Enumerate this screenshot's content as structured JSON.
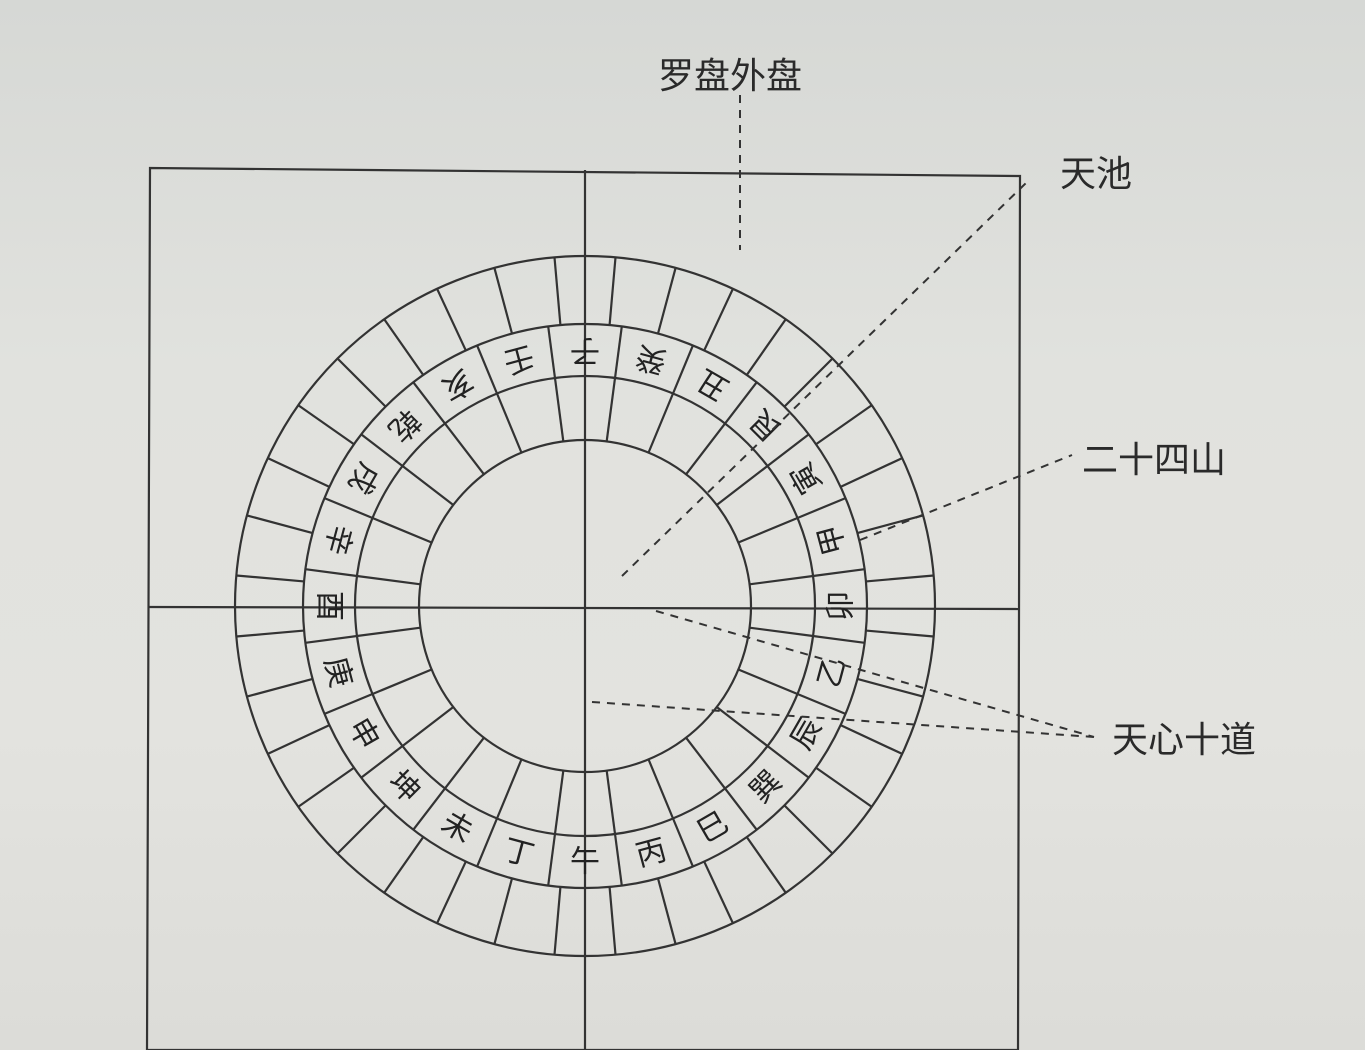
{
  "labels": {
    "outer_plate": "罗盘外盘",
    "heaven_pool": "天池",
    "twenty_four_mountains": "二十四山",
    "heaven_heart_cross": "天心十道"
  },
  "mountains": [
    "子",
    "癸",
    "丑",
    "艮",
    "寅",
    "甲",
    "卯",
    "乙",
    "辰",
    "巽",
    "巳",
    "丙",
    "午",
    "丁",
    "未",
    "坤",
    "申",
    "庚",
    "酉",
    "辛",
    "戌",
    "乾",
    "亥",
    "壬"
  ]
}
